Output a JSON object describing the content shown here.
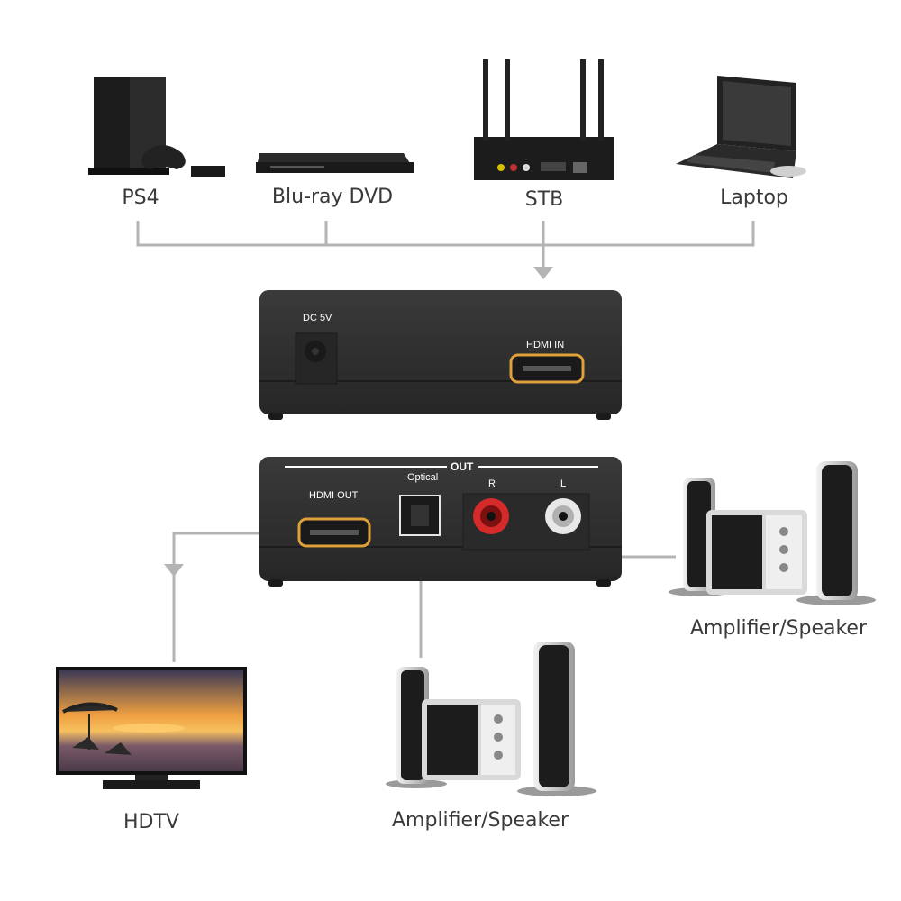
{
  "sources": {
    "ps4": "PS4",
    "bluray": "Blu-ray DVD",
    "stb": "STB",
    "laptop": "Laptop"
  },
  "front_panel": {
    "dc_label": "DC 5V",
    "hdmi_in_label": "HDMI IN"
  },
  "back_panel": {
    "out_label": "OUT",
    "hdmi_out_label": "HDMI OUT",
    "optical_label": "Optical",
    "right_label": "R",
    "left_label": "L"
  },
  "outputs": {
    "hdtv": "HDTV",
    "speaker_bottom": "Amplifier/Speaker",
    "speaker_right": "Amplifier/Speaker"
  },
  "colors": {
    "line": "#b4b4b4",
    "device_body": "#2e2e2e",
    "hdmi_accent": "#e0a13a",
    "rca_red": "#d42a2a",
    "rca_white": "#e8e8e8"
  }
}
